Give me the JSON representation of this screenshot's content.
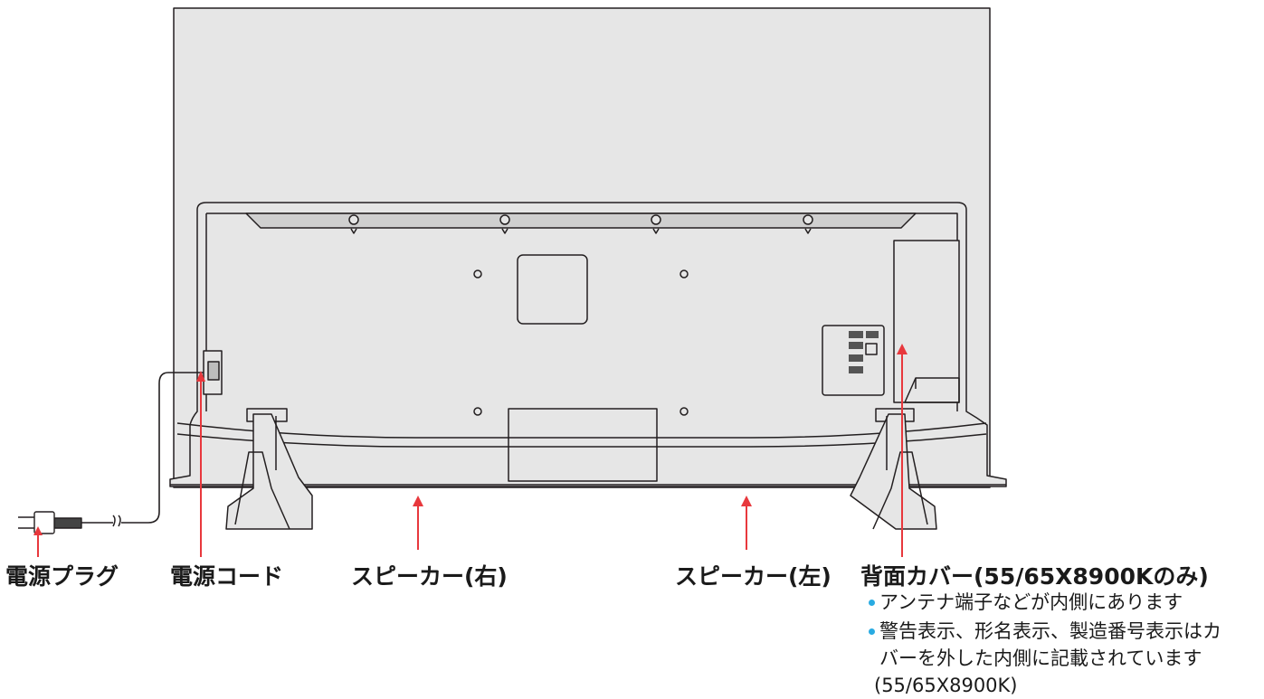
{
  "labels": {
    "power_plug": "電源プラグ",
    "power_cord": "電源コード",
    "speaker_right": "スピーカー(右)",
    "speaker_left": "スピーカー(左)",
    "back_cover": "背面カバー(55/65X8900Kのみ)"
  },
  "notes": [
    {
      "lines": [
        "アンテナ端子などが内側にあります"
      ]
    },
    {
      "lines": [
        "警告表示、形名表示、製造番号表示はカ",
        "バーを外した内側に記載されています",
        "(55/65X8900K)"
      ]
    }
  ],
  "colors": {
    "panel": "#e6e6e6",
    "outline": "#231f20",
    "arrow": "#e8383d",
    "bullet": "#29abe2",
    "text": "#1a1a1a"
  }
}
